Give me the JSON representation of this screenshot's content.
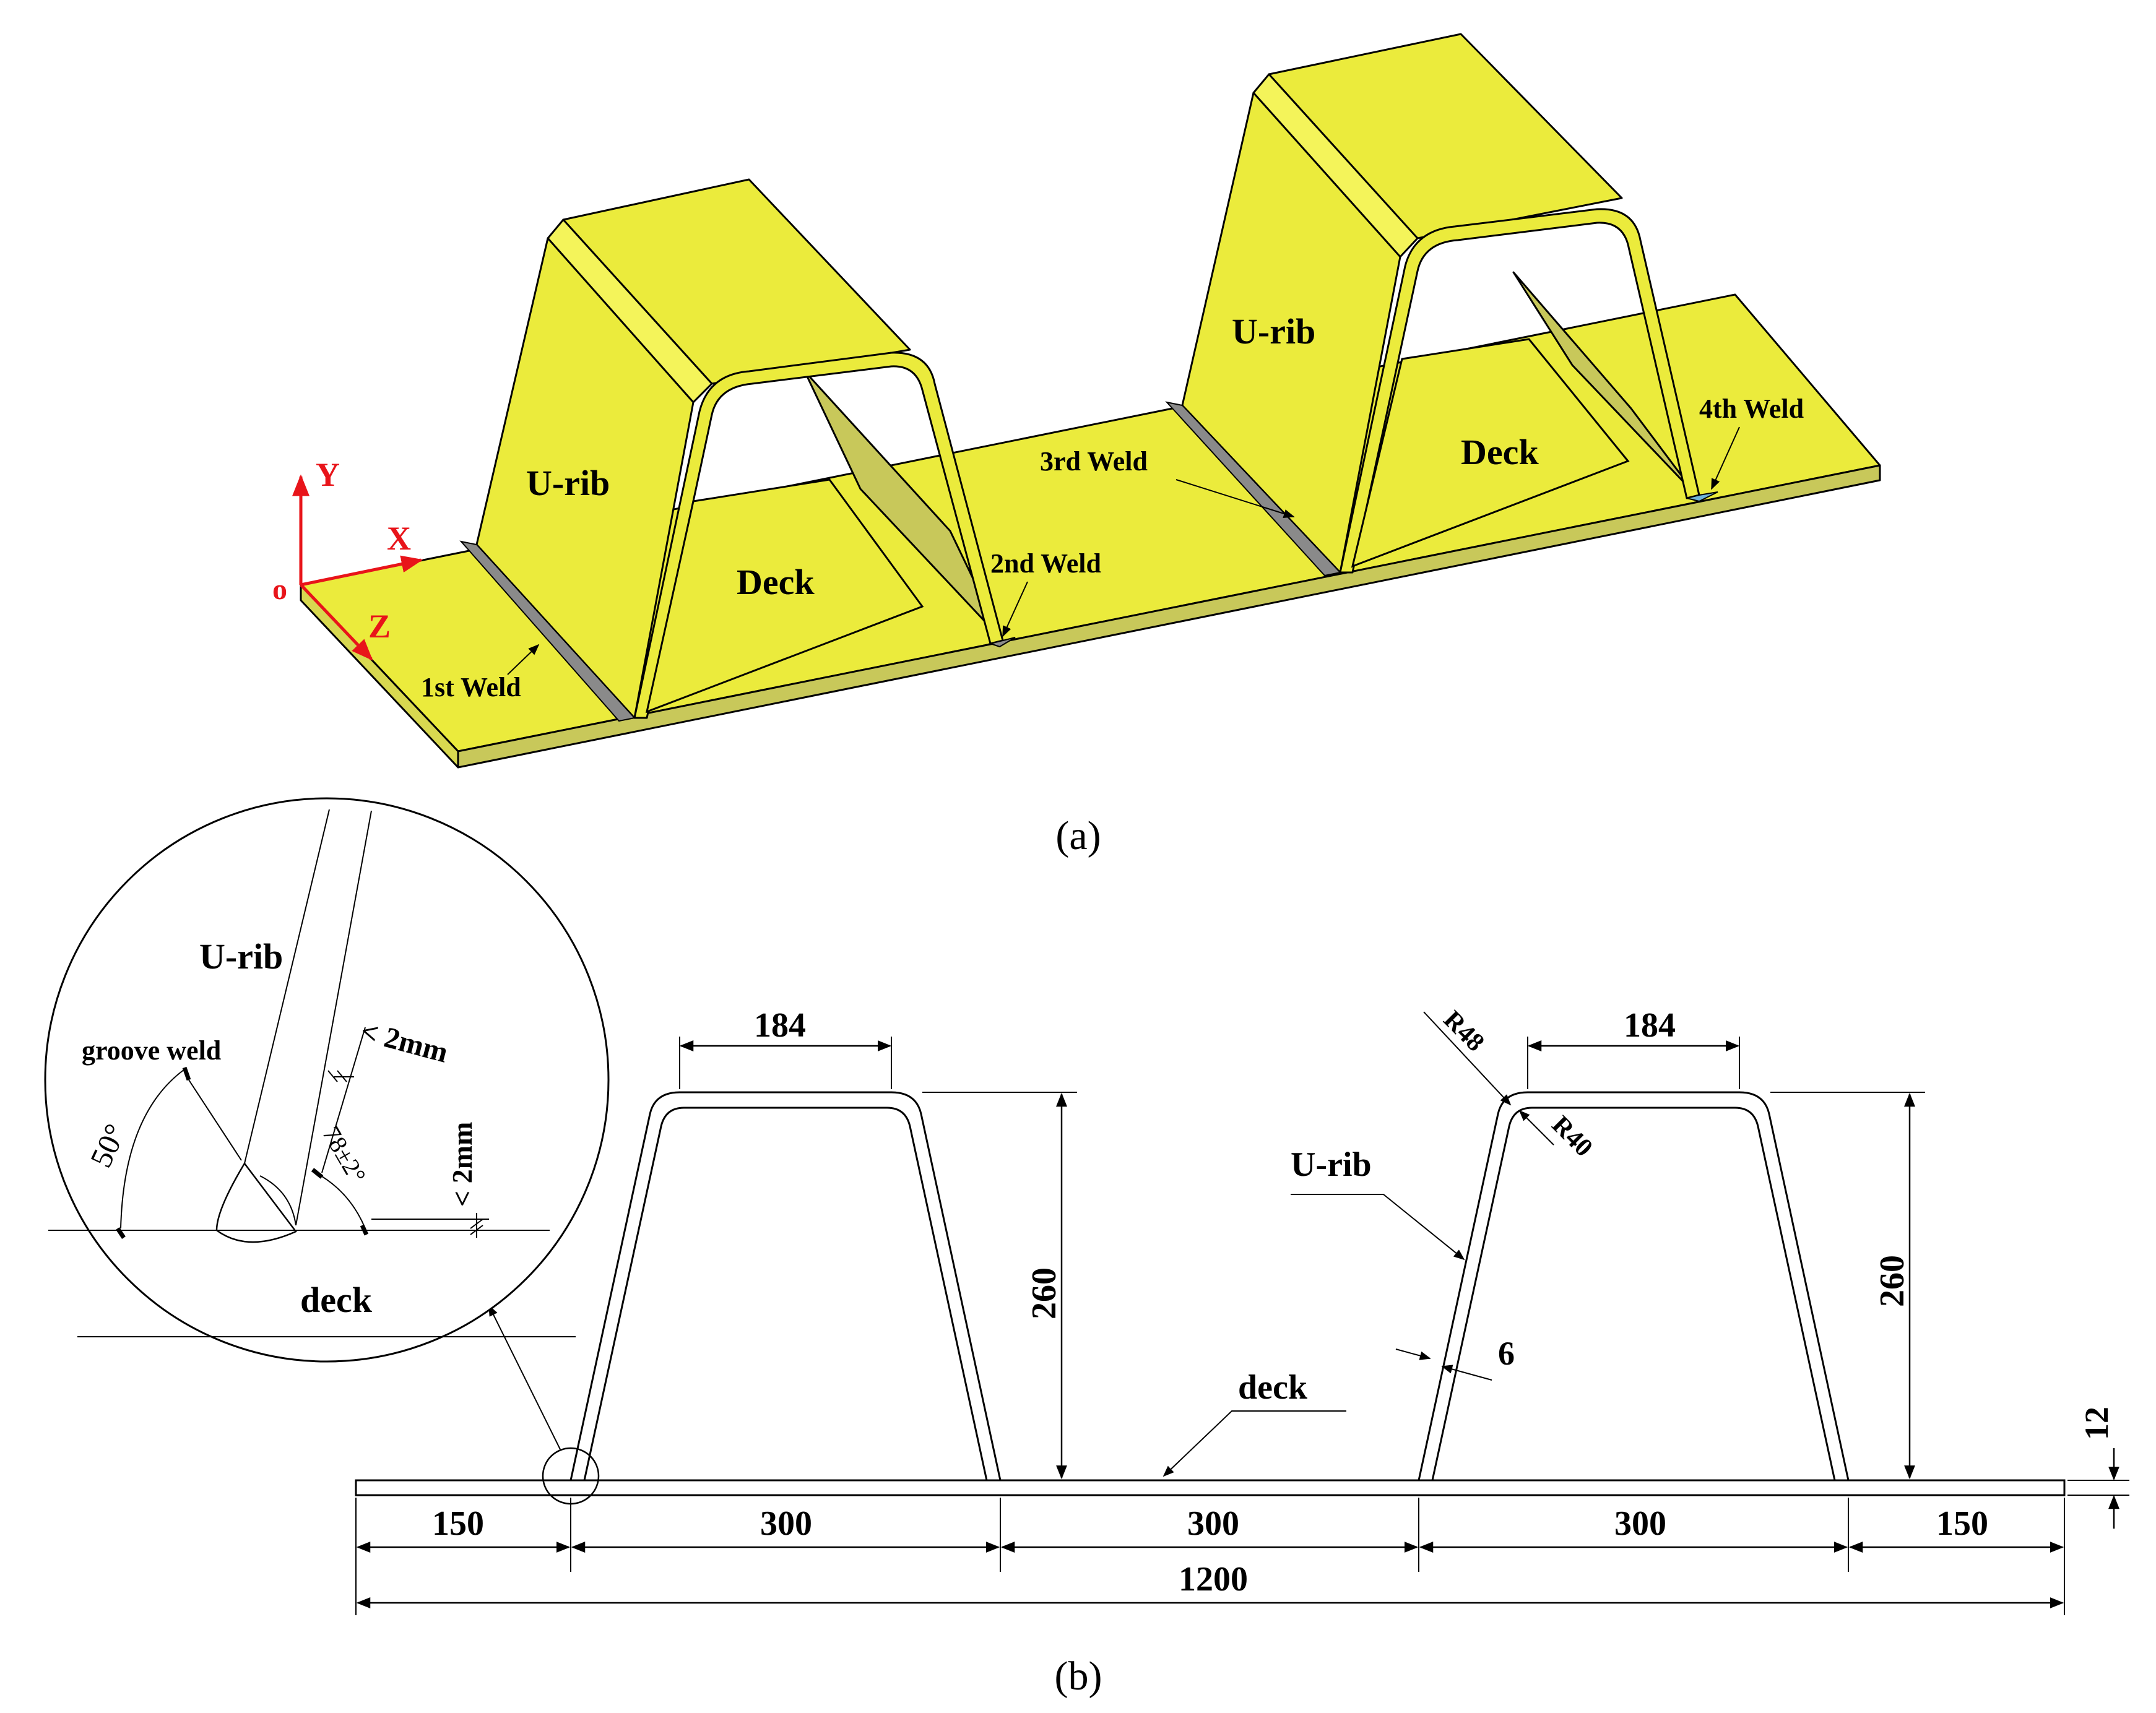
{
  "panel_a": {
    "caption": "(a)",
    "labels": {
      "urib_left": "U-rib",
      "urib_right": "U-rib",
      "deck_left": "Deck",
      "deck_right": "Deck",
      "weld1": "1st Weld",
      "weld2": "2nd Weld",
      "weld3": "3rd Weld",
      "weld4": "4th Weld"
    },
    "axes": {
      "origin": "o",
      "x": "X",
      "y": "Y",
      "z": "Z"
    },
    "colors": {
      "plate": "#ebeb3c",
      "plate_dark": "#c8c85a",
      "weld": "#8a8a8a",
      "axis": "#e8141a"
    }
  },
  "panel_b": {
    "caption": "(b)",
    "detail": {
      "urib": "U-rib",
      "groove": "groove weld",
      "deck": "deck",
      "angle50": "50°",
      "angle78": "78±2°",
      "gap1": "< 2mm",
      "gap2": "< 2mm"
    },
    "dims": {
      "top_left": "184",
      "top_right": "184",
      "height_left": "260",
      "height_right": "260",
      "r48": "R48",
      "r40": "R40",
      "thick": "6",
      "deck_thick": "12",
      "seg1": "150",
      "seg2": "300",
      "seg3": "300",
      "seg4": "300",
      "seg5": "150",
      "total": "1200"
    },
    "labels": {
      "urib": "U-rib",
      "deck": "deck"
    }
  }
}
